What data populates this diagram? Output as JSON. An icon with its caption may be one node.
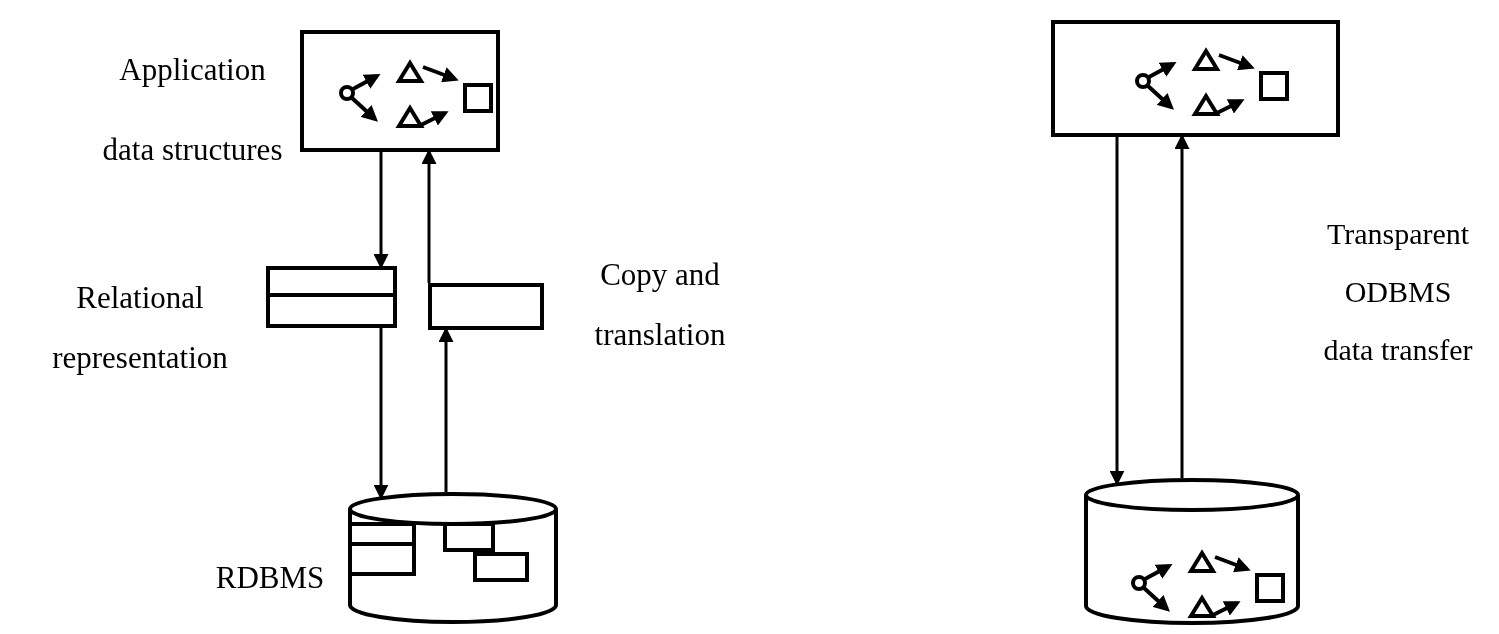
{
  "diagram": {
    "nodes": [
      {
        "text": [],
        "shape": "box",
        "beside": [
          "Application data structures"
        ]
      },
      {
        "text": [],
        "shape": "box",
        "beside": [
          "Relational representation"
        ]
      },
      {
        "text": [],
        "shape": "box",
        "beside": [
          "Copy and translation"
        ]
      },
      {
        "text": [],
        "shape": "cylinder",
        "beside": [
          "RDBMS"
        ]
      },
      {
        "text": [],
        "shape": "box"
      },
      {
        "text": [],
        "shape": "cylinder"
      }
    ],
    "edges": [
      {
        "from": 0,
        "to": 1,
        "arrow": "to"
      },
      {
        "from": 2,
        "to": 0,
        "arrow": "to"
      },
      {
        "from": 1,
        "to": 3,
        "arrow": "to"
      },
      {
        "from": 3,
        "to": 2,
        "arrow": "to"
      },
      {
        "from": 4,
        "to": 5,
        "arrow": "to"
      },
      {
        "from": 5,
        "to": 4,
        "arrow": "to"
      }
    ],
    "labels": [
      "Transparent ODBMS data transfer"
    ]
  }
}
